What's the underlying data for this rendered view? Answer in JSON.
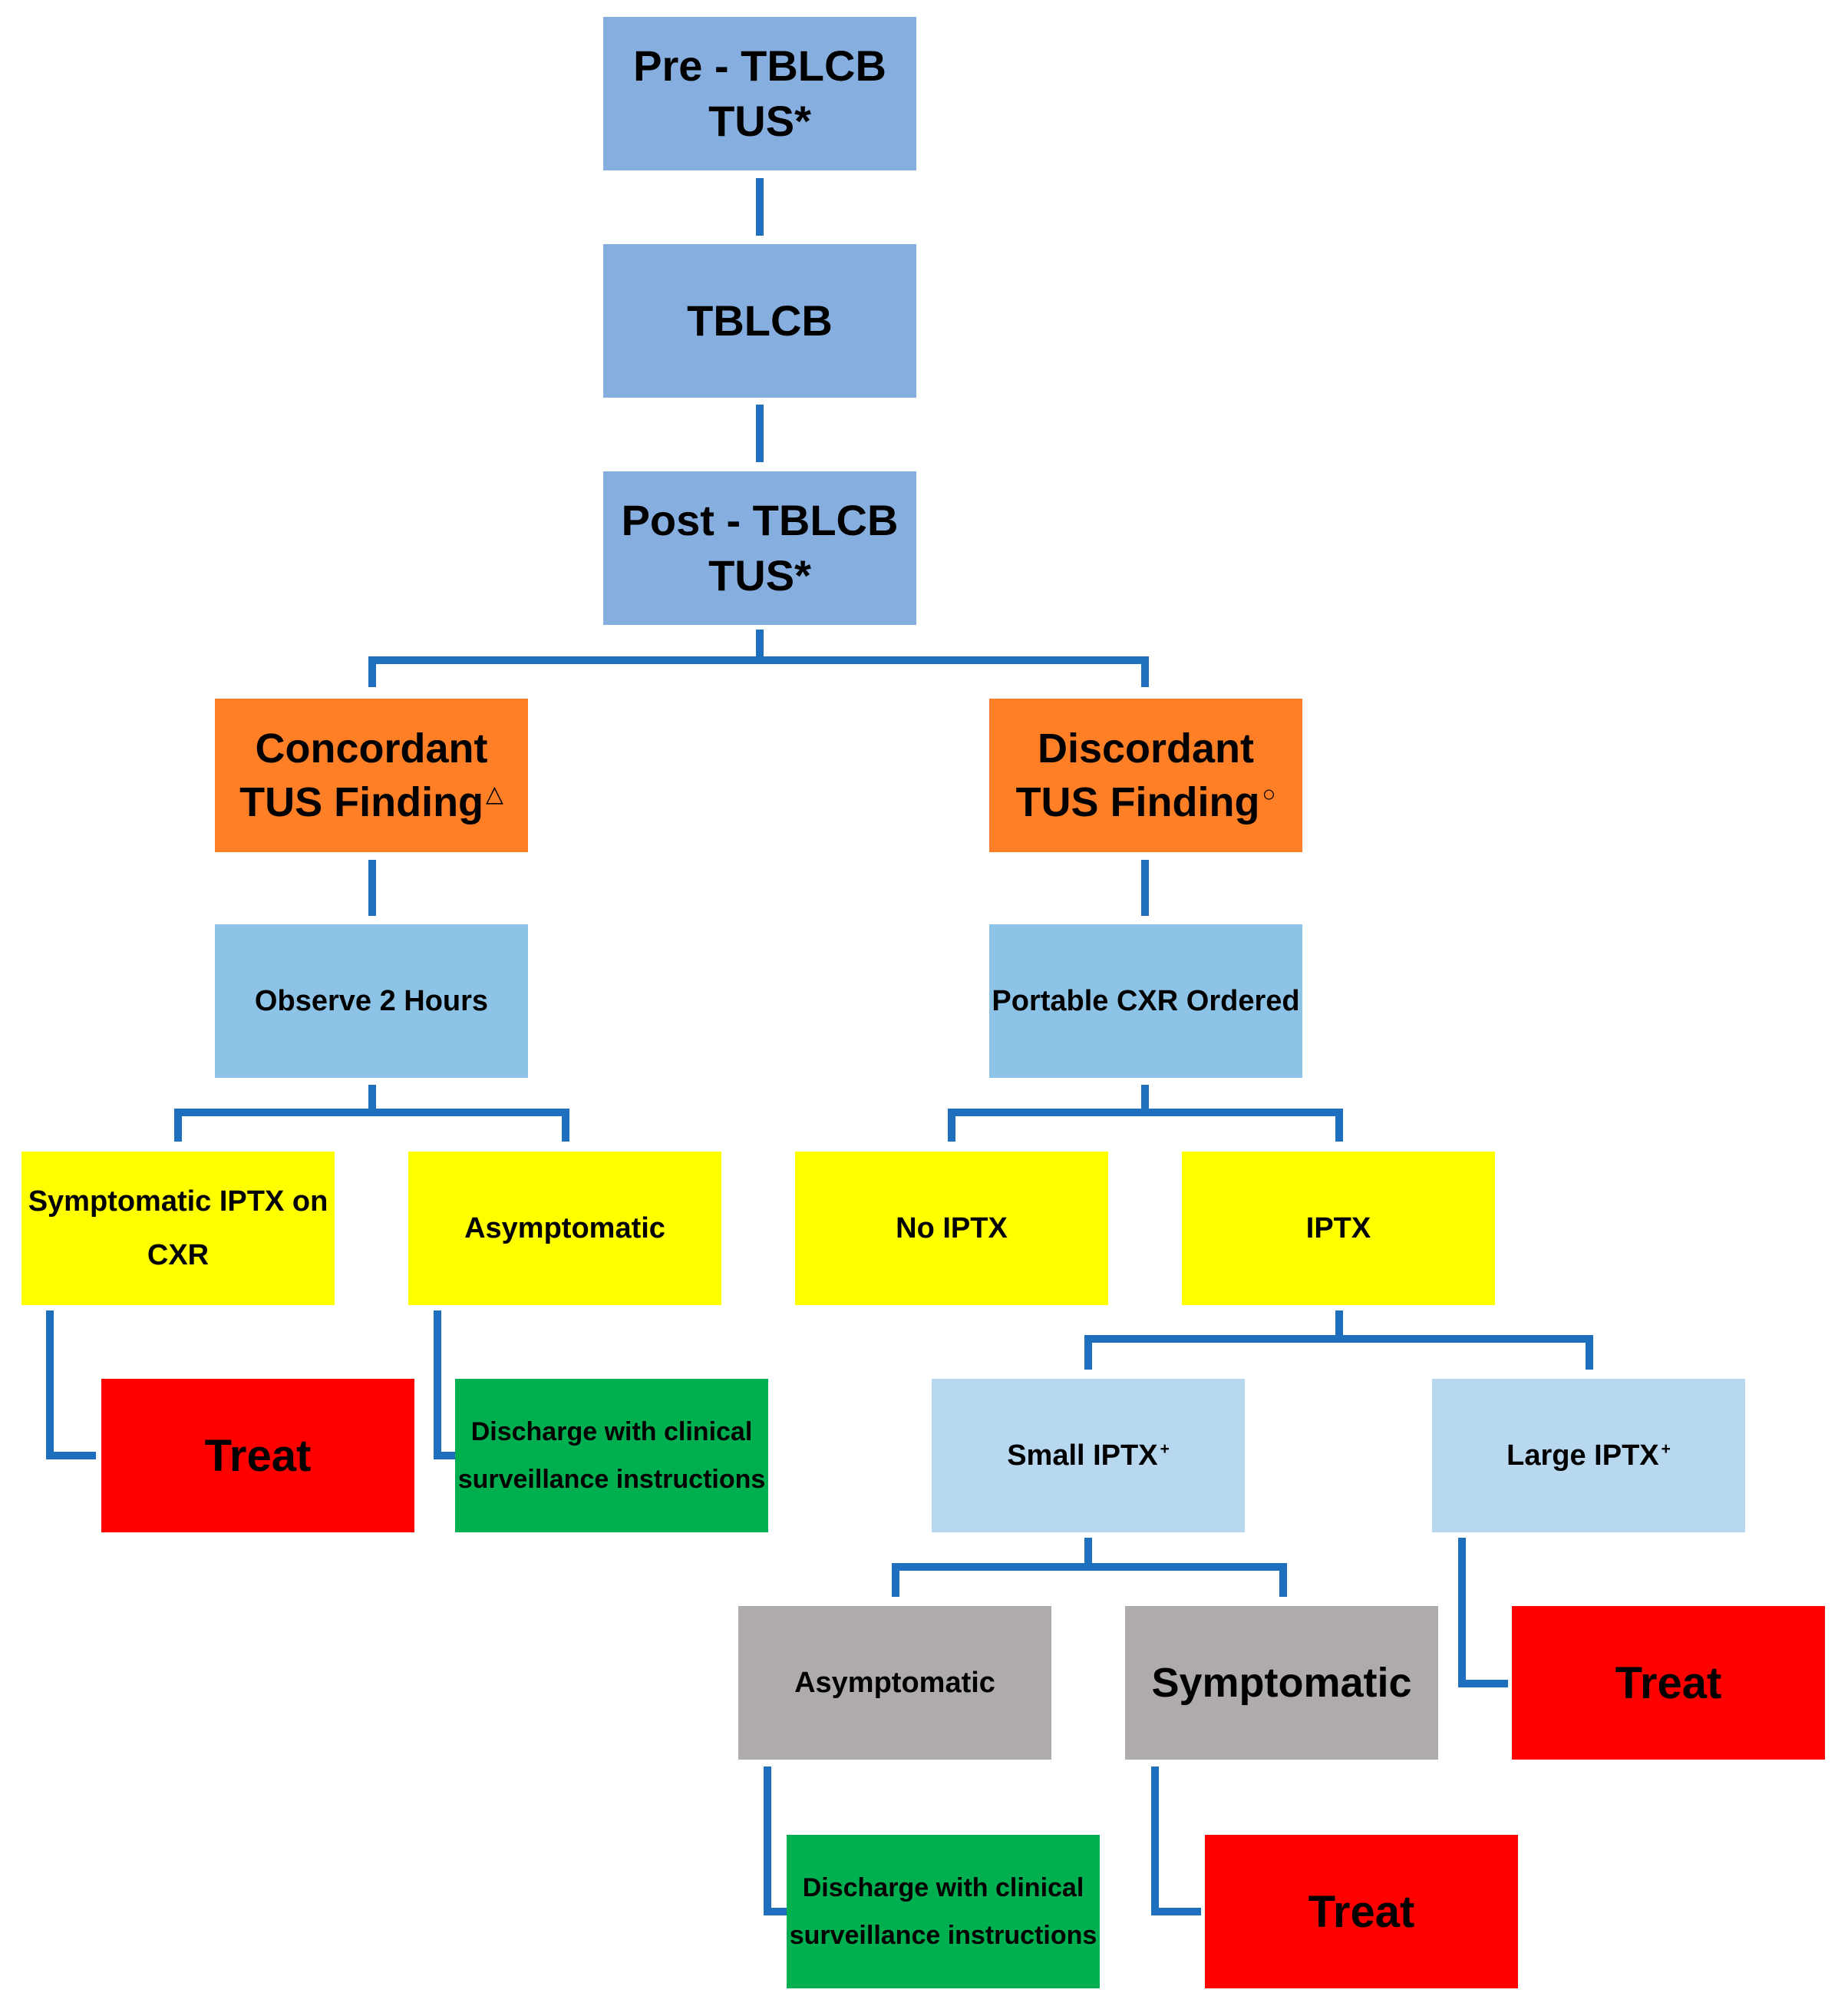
{
  "nodes": {
    "pre": {
      "line1": "Pre - TBLCB",
      "line2": "TUS*"
    },
    "tblcb": {
      "label": "TBLCB"
    },
    "post": {
      "line1": "Post - TBLCB",
      "line2": "TUS*"
    },
    "concordant": {
      "line1": "Concordant",
      "line2": "TUS Finding",
      "mark": "△"
    },
    "discordant": {
      "line1": "Discordant",
      "line2": "TUS Finding",
      "mark": "○"
    },
    "observe": {
      "label": "Observe 2 Hours"
    },
    "portable": {
      "label": "Portable CXR Ordered"
    },
    "symptomatic_iptx": {
      "line1": "Symptomatic IPTX on",
      "line2": "CXR"
    },
    "asymptomatic_left": {
      "label": "Asymptomatic"
    },
    "no_iptx": {
      "label": "No IPTX"
    },
    "iptx": {
      "label": "IPTX"
    },
    "treat_left": {
      "label": "Treat"
    },
    "discharge_left": {
      "line1": "Discharge with clinical",
      "line2": "surveillance instructions"
    },
    "small_iptx": {
      "label": "Small IPTX",
      "mark": "+"
    },
    "large_iptx": {
      "label": "Large IPTX",
      "mark": "+"
    },
    "asymptomatic_right": {
      "label": "Asymptomatic"
    },
    "symptomatic_right": {
      "label": "Symptomatic"
    },
    "treat_large": {
      "label": "Treat"
    },
    "discharge_right": {
      "line1": "Discharge with clinical",
      "line2": "surveillance instructions"
    },
    "treat_symptomatic": {
      "label": "Treat"
    }
  },
  "colors": {
    "connector": "#1F6FBF",
    "process_blue": "#86AEDF",
    "finding_orange": "#FF7F27",
    "action_blue": "#8DC3E6",
    "result_yellow": "#FFFF00",
    "size_light_blue": "#B8D8F0",
    "symptom_gray": "#AFABAB",
    "discharge_green": "#00B050",
    "treat_red": "#FF0000"
  }
}
